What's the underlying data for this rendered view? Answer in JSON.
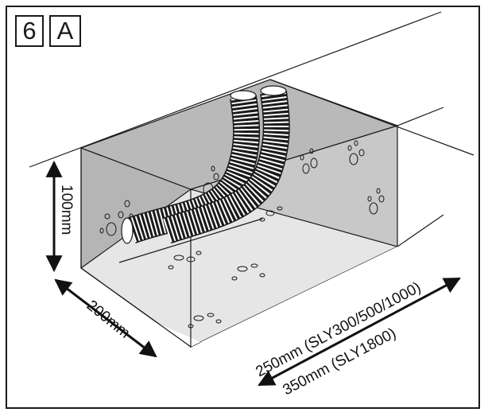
{
  "step_number": "6",
  "variant_letter": "A",
  "dimensions": {
    "height": "100mm",
    "width": "200mm",
    "length_small": "250mm (SLY300/500/1000)",
    "length_large": "350mm (SLY1800)"
  },
  "colors": {
    "wall_fill": "#b5b5b5",
    "floor_fill": "#e6e6e6",
    "line": "#1a1a1a"
  }
}
